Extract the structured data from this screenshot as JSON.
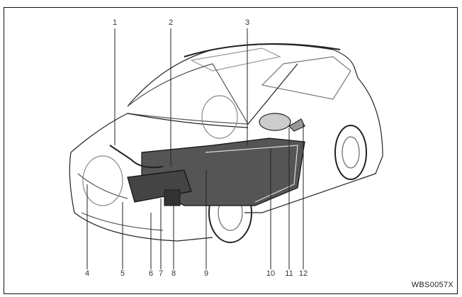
{
  "callouts": [
    "1",
    "2",
    "3",
    "4",
    "5",
    "6",
    "7",
    "8",
    "9",
    "10",
    "11",
    "12"
  ],
  "figure_code": "WBS0057X"
}
